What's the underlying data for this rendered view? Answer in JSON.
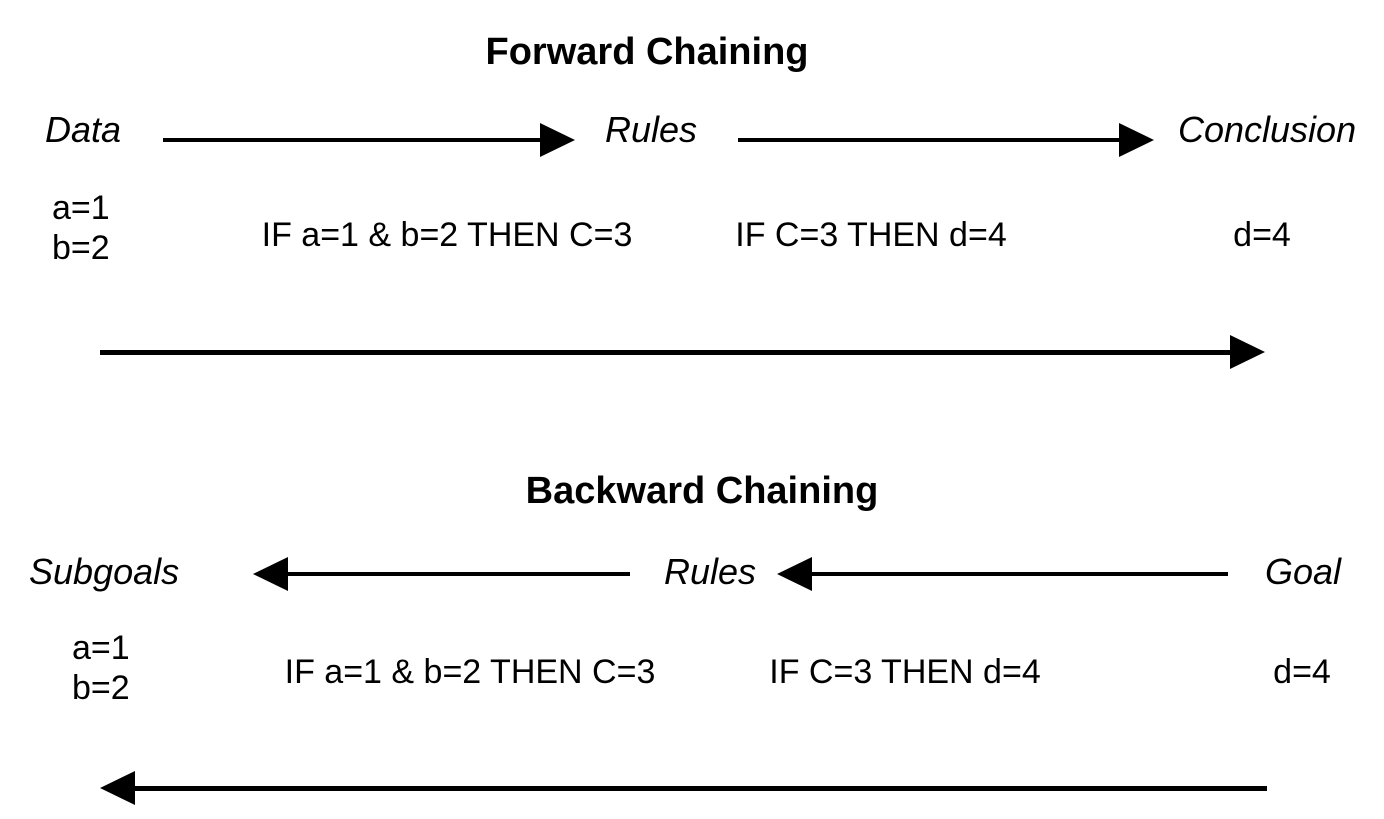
{
  "colors": {
    "ink": "#000000",
    "background": "#ffffff"
  },
  "forward": {
    "title": "Forward Chaining",
    "start_label": "Data",
    "middle_label": "Rules",
    "end_label": "Conclusion",
    "facts": [
      "a=1",
      "b=2"
    ],
    "rule1": "IF a=1 & b=2 THEN C=3",
    "rule2": "IF C=3 THEN d=4",
    "result": "d=4",
    "direction": "right"
  },
  "backward": {
    "title": "Backward Chaining",
    "start_label": "Subgoals",
    "middle_label": "Rules",
    "end_label": "Goal",
    "facts": [
      "a=1",
      "b=2"
    ],
    "rule1": "IF a=1 & b=2 THEN C=3",
    "rule2": "IF C=3 THEN d=4",
    "result": "d=4",
    "direction": "left"
  }
}
